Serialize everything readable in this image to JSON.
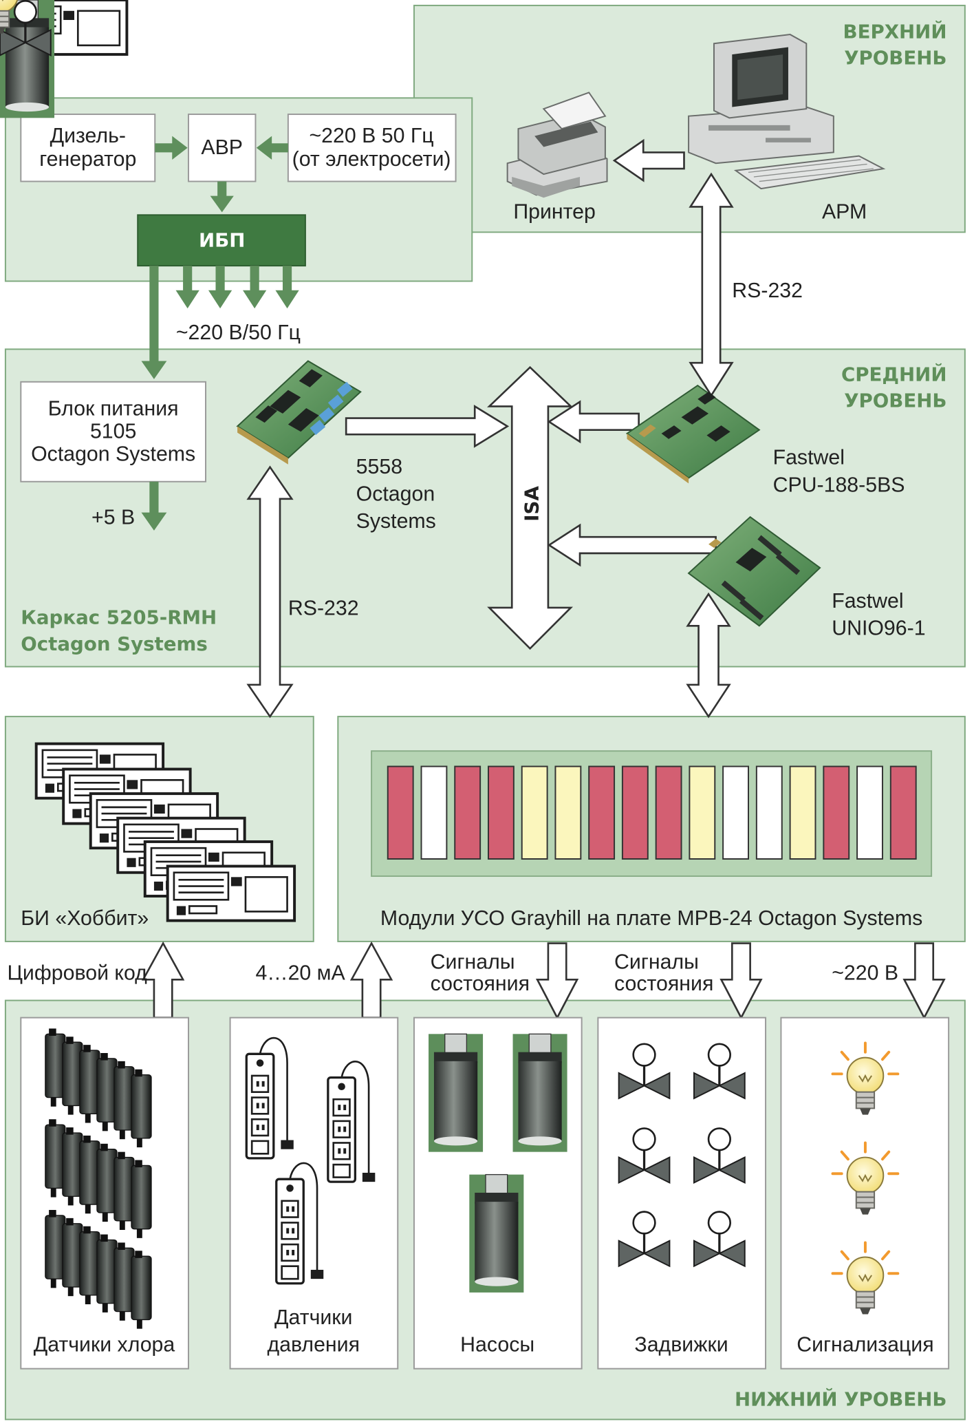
{
  "levels": {
    "top": [
      "ВЕРХНИЙ",
      "УРОВЕНЬ"
    ],
    "middle": [
      "СРЕДНИЙ",
      "УРОВЕНЬ"
    ],
    "bottom": "НИЖНИЙ УРОВЕНЬ"
  },
  "power": {
    "diesel": [
      "Дизель-",
      "генератор"
    ],
    "avr": "АВР",
    "grid": [
      "~220 В 50 Гц",
      "(от электросети)"
    ],
    "ups": "ИБП",
    "ups_output": "~220 В/50 Гц"
  },
  "top_level": {
    "printer": "Принтер",
    "workstation": "АРМ",
    "link": "RS-232"
  },
  "middle_level": {
    "psu": [
      "Блок питания",
      "5105",
      "Octagon Systems"
    ],
    "psu_output": "+5 В",
    "card_5558": [
      "5558",
      "Octagon",
      "Systems"
    ],
    "bus": "ISA",
    "cpu": [
      "Fastwel",
      "CPU-188-5BS"
    ],
    "unio": [
      "Fastwel",
      "UNIO96-1"
    ],
    "chassis": [
      "Каркас 5205-RMH",
      "Octagon Systems"
    ],
    "link": "RS-232"
  },
  "io": {
    "hobbit": "БИ «Хоббит»",
    "modules_caption": "Модули УСО Grayhill на плате MPB-24 Octagon Systems",
    "modules": [
      "red",
      "white",
      "red",
      "red",
      "yellow",
      "yellow",
      "red",
      "red",
      "red",
      "yellow",
      "white",
      "white",
      "yellow",
      "red",
      "white",
      "red"
    ],
    "colors": {
      "red": "#d35f72",
      "white": "#ffffff",
      "yellow": "#fbf6bd"
    }
  },
  "signals": {
    "digital": "Цифровой код",
    "current": "4…20 мА",
    "status1": [
      "Сигналы",
      "состояния"
    ],
    "status2": [
      "Сигналы",
      "состояния"
    ],
    "ac": "~220 В"
  },
  "bottom_level": {
    "chlorine": "Датчики хлора",
    "pressure": [
      "Датчики",
      "давления"
    ],
    "pumps": "Насосы",
    "valves": "Задвижки",
    "alarm": "Сигнализация"
  }
}
